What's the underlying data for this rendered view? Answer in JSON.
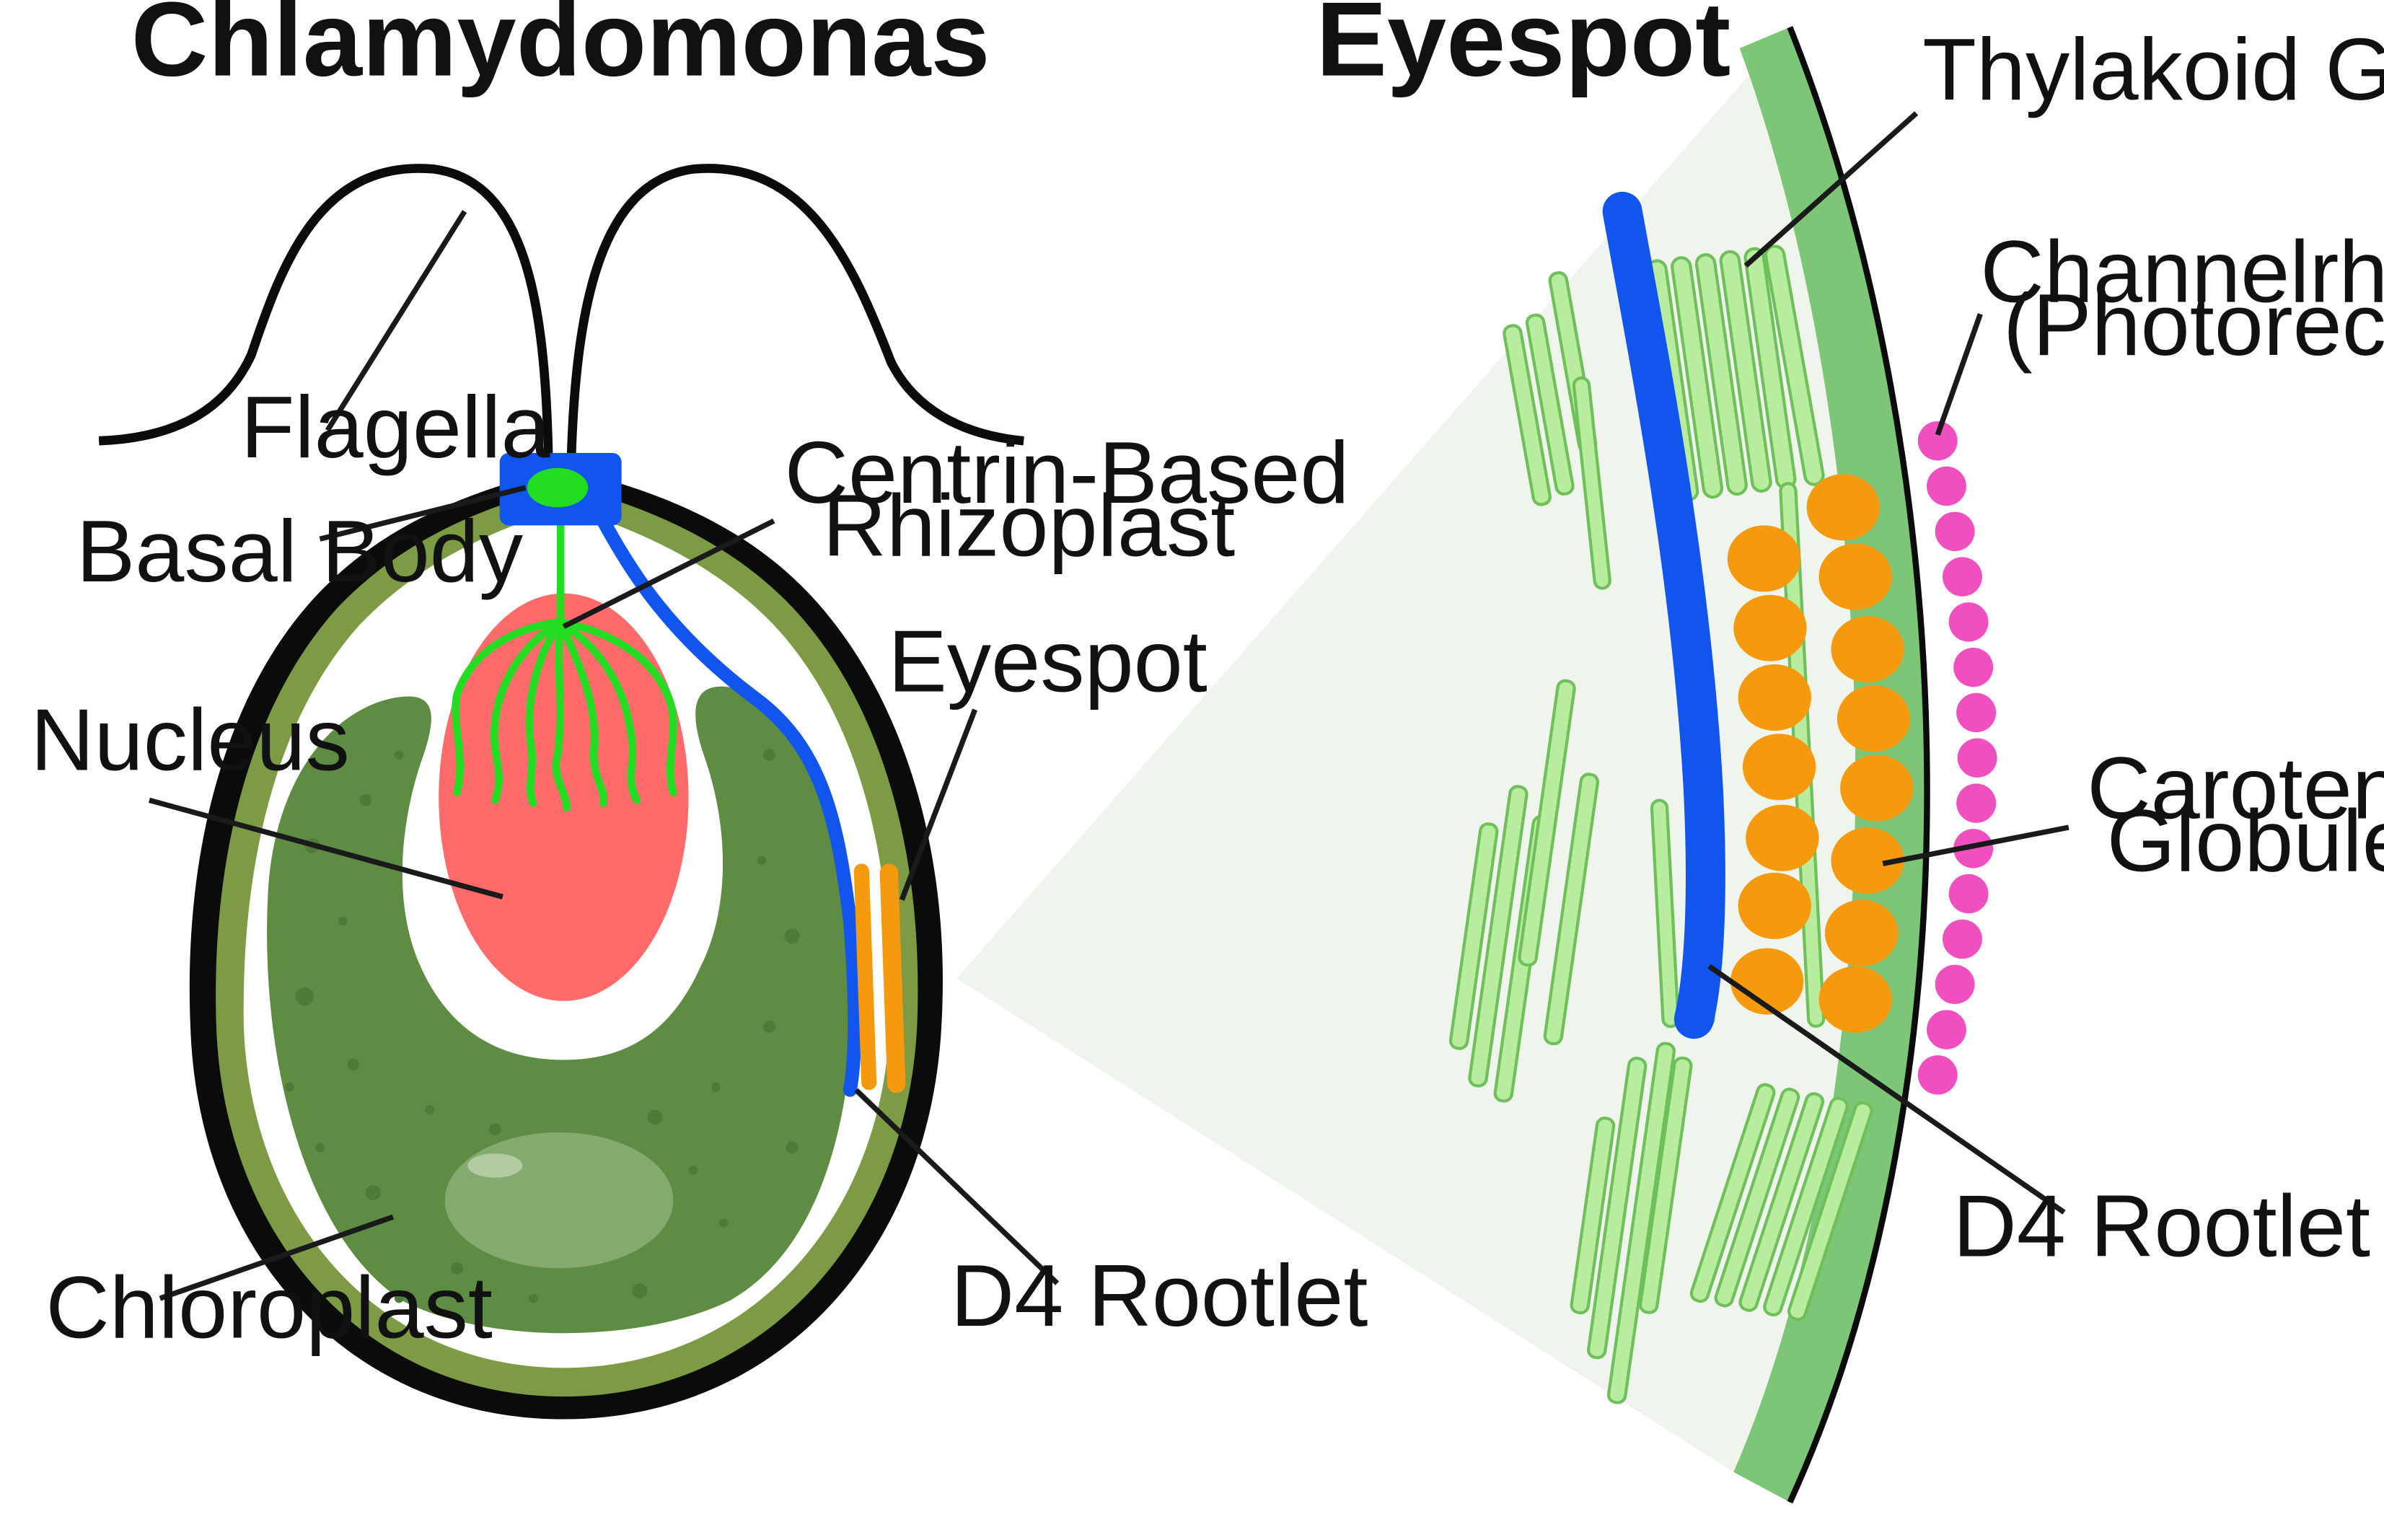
{
  "left_panel": {
    "title": "Chlamydomonas",
    "labels": {
      "flagella": "Flagella",
      "basal_body": "Basal Body",
      "rhizoplast_1": "Centrin-Based",
      "rhizoplast_2": "Rhizoplast",
      "eyespot": "Eyespot",
      "nucleus": "Nucleus",
      "chloroplast": "Chloroplast",
      "d4_rootlet": "D4  Rootlet"
    }
  },
  "right_panel": {
    "title": "Eyespot",
    "labels": {
      "thylakoid": "Thylakoid Grana",
      "channelrhodopsin_1": "Channelrhodopsin",
      "channelrhodopsin_2": "(Photoreceptor)",
      "carotenoid_1": "Carotenoid",
      "carotenoid_2": "Globules",
      "d4_rootlet": "D4  Rootlet"
    }
  },
  "colors": {
    "cell_wall": "#0b0b0b",
    "cell_membrane_olive": "#7d9a45",
    "chloroplast": "#5e8c43",
    "nucleus": "#ff6b6b",
    "rhizoplast": "#22dd22",
    "basal_body": "#1155ee",
    "d4_rootlet": "#1155ee",
    "eyespot_globules": "#f59a0f",
    "channelrhodopsin": "#f04fc0",
    "thylakoid": "#b8ec9e",
    "zoom_wedge": "#eff5ec",
    "membrane_band": "#7dc577"
  }
}
